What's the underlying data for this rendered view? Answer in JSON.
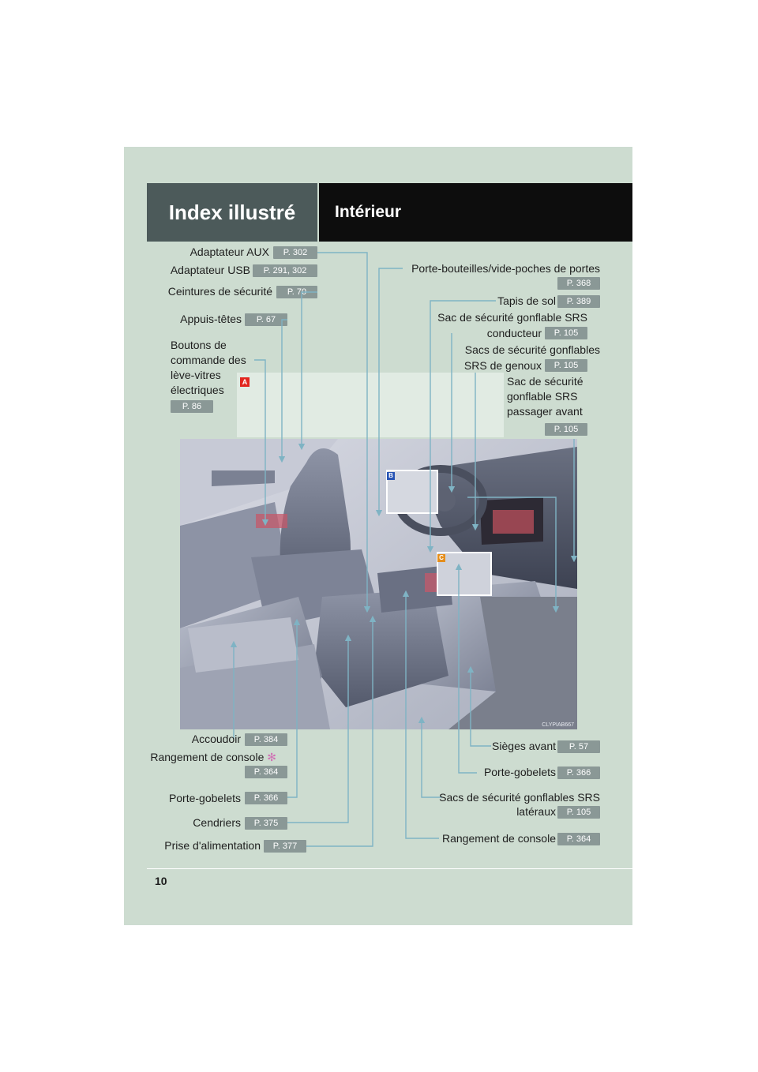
{
  "header": {
    "section": "Index illustré",
    "subsection": "Intérieur"
  },
  "page_number": "10",
  "photo_code": "CLYPIAB667",
  "insets": {
    "a": "A",
    "b": "B",
    "c": "C"
  },
  "colors": {
    "panel": "#cddcd0",
    "header_left": "#4c5a5a",
    "header_right": "#0d0d0d",
    "page_tag": "#8a9896",
    "leader_line": "#7fb3c4",
    "badge_a": "#e2261f",
    "badge_b": "#2753b4",
    "badge_c": "#e58e1c"
  },
  "callouts": {
    "adaptateur_aux": {
      "label": "Adaptateur AUX",
      "page": "P. 302"
    },
    "adaptateur_usb": {
      "label": "Adaptateur USB",
      "page": "P. 291, 302"
    },
    "ceintures": {
      "label": "Ceintures de sécurité",
      "page": "P. 70"
    },
    "appuis_tetes": {
      "label": "Appuis-têtes",
      "page": "P. 67"
    },
    "boutons_vitres": {
      "line1": "Boutons de",
      "line2": "commande des",
      "line3": "lève-vitres",
      "line4": "électriques",
      "page": "P. 86"
    },
    "porte_bouteilles": {
      "label": "Porte-bouteilles/vide-poches de portes",
      "page": "P. 368"
    },
    "tapis_sol": {
      "label": "Tapis de sol",
      "page": "P. 389"
    },
    "airbag_conducteur": {
      "line1": "Sac de sécurité gonflable SRS",
      "line2": "conducteur",
      "page": "P. 105"
    },
    "airbags_genoux": {
      "line1": "Sacs de sécurité gonflables",
      "line2": "SRS de genoux",
      "page": "P. 105"
    },
    "airbag_passager": {
      "line1": "Sac de sécurité",
      "line2": "gonflable SRS",
      "line3": "passager avant",
      "page": "P. 105"
    },
    "accoudoir": {
      "label": "Accoudoir",
      "page": "P. 384"
    },
    "rangement_console_arriere": {
      "label": "Rangement de console",
      "marker": "✻",
      "page": "P. 364"
    },
    "porte_gobelets_arriere": {
      "label": "Porte-gobelets",
      "page": "P. 366"
    },
    "cendriers": {
      "label": "Cendriers",
      "page": "P. 375"
    },
    "prise_alimentation": {
      "label": "Prise d'alimentation",
      "page": "P. 377"
    },
    "sieges_avant": {
      "label": "Sièges avant",
      "page": "P. 57"
    },
    "porte_gobelets_avant": {
      "label": "Porte-gobelets",
      "page": "P. 366"
    },
    "airbags_lateraux": {
      "line1": "Sacs de sécurité gonflables SRS",
      "line2": "latéraux",
      "page": "P. 105"
    },
    "rangement_console_avant": {
      "label": "Rangement de console",
      "page": "P. 364"
    }
  }
}
